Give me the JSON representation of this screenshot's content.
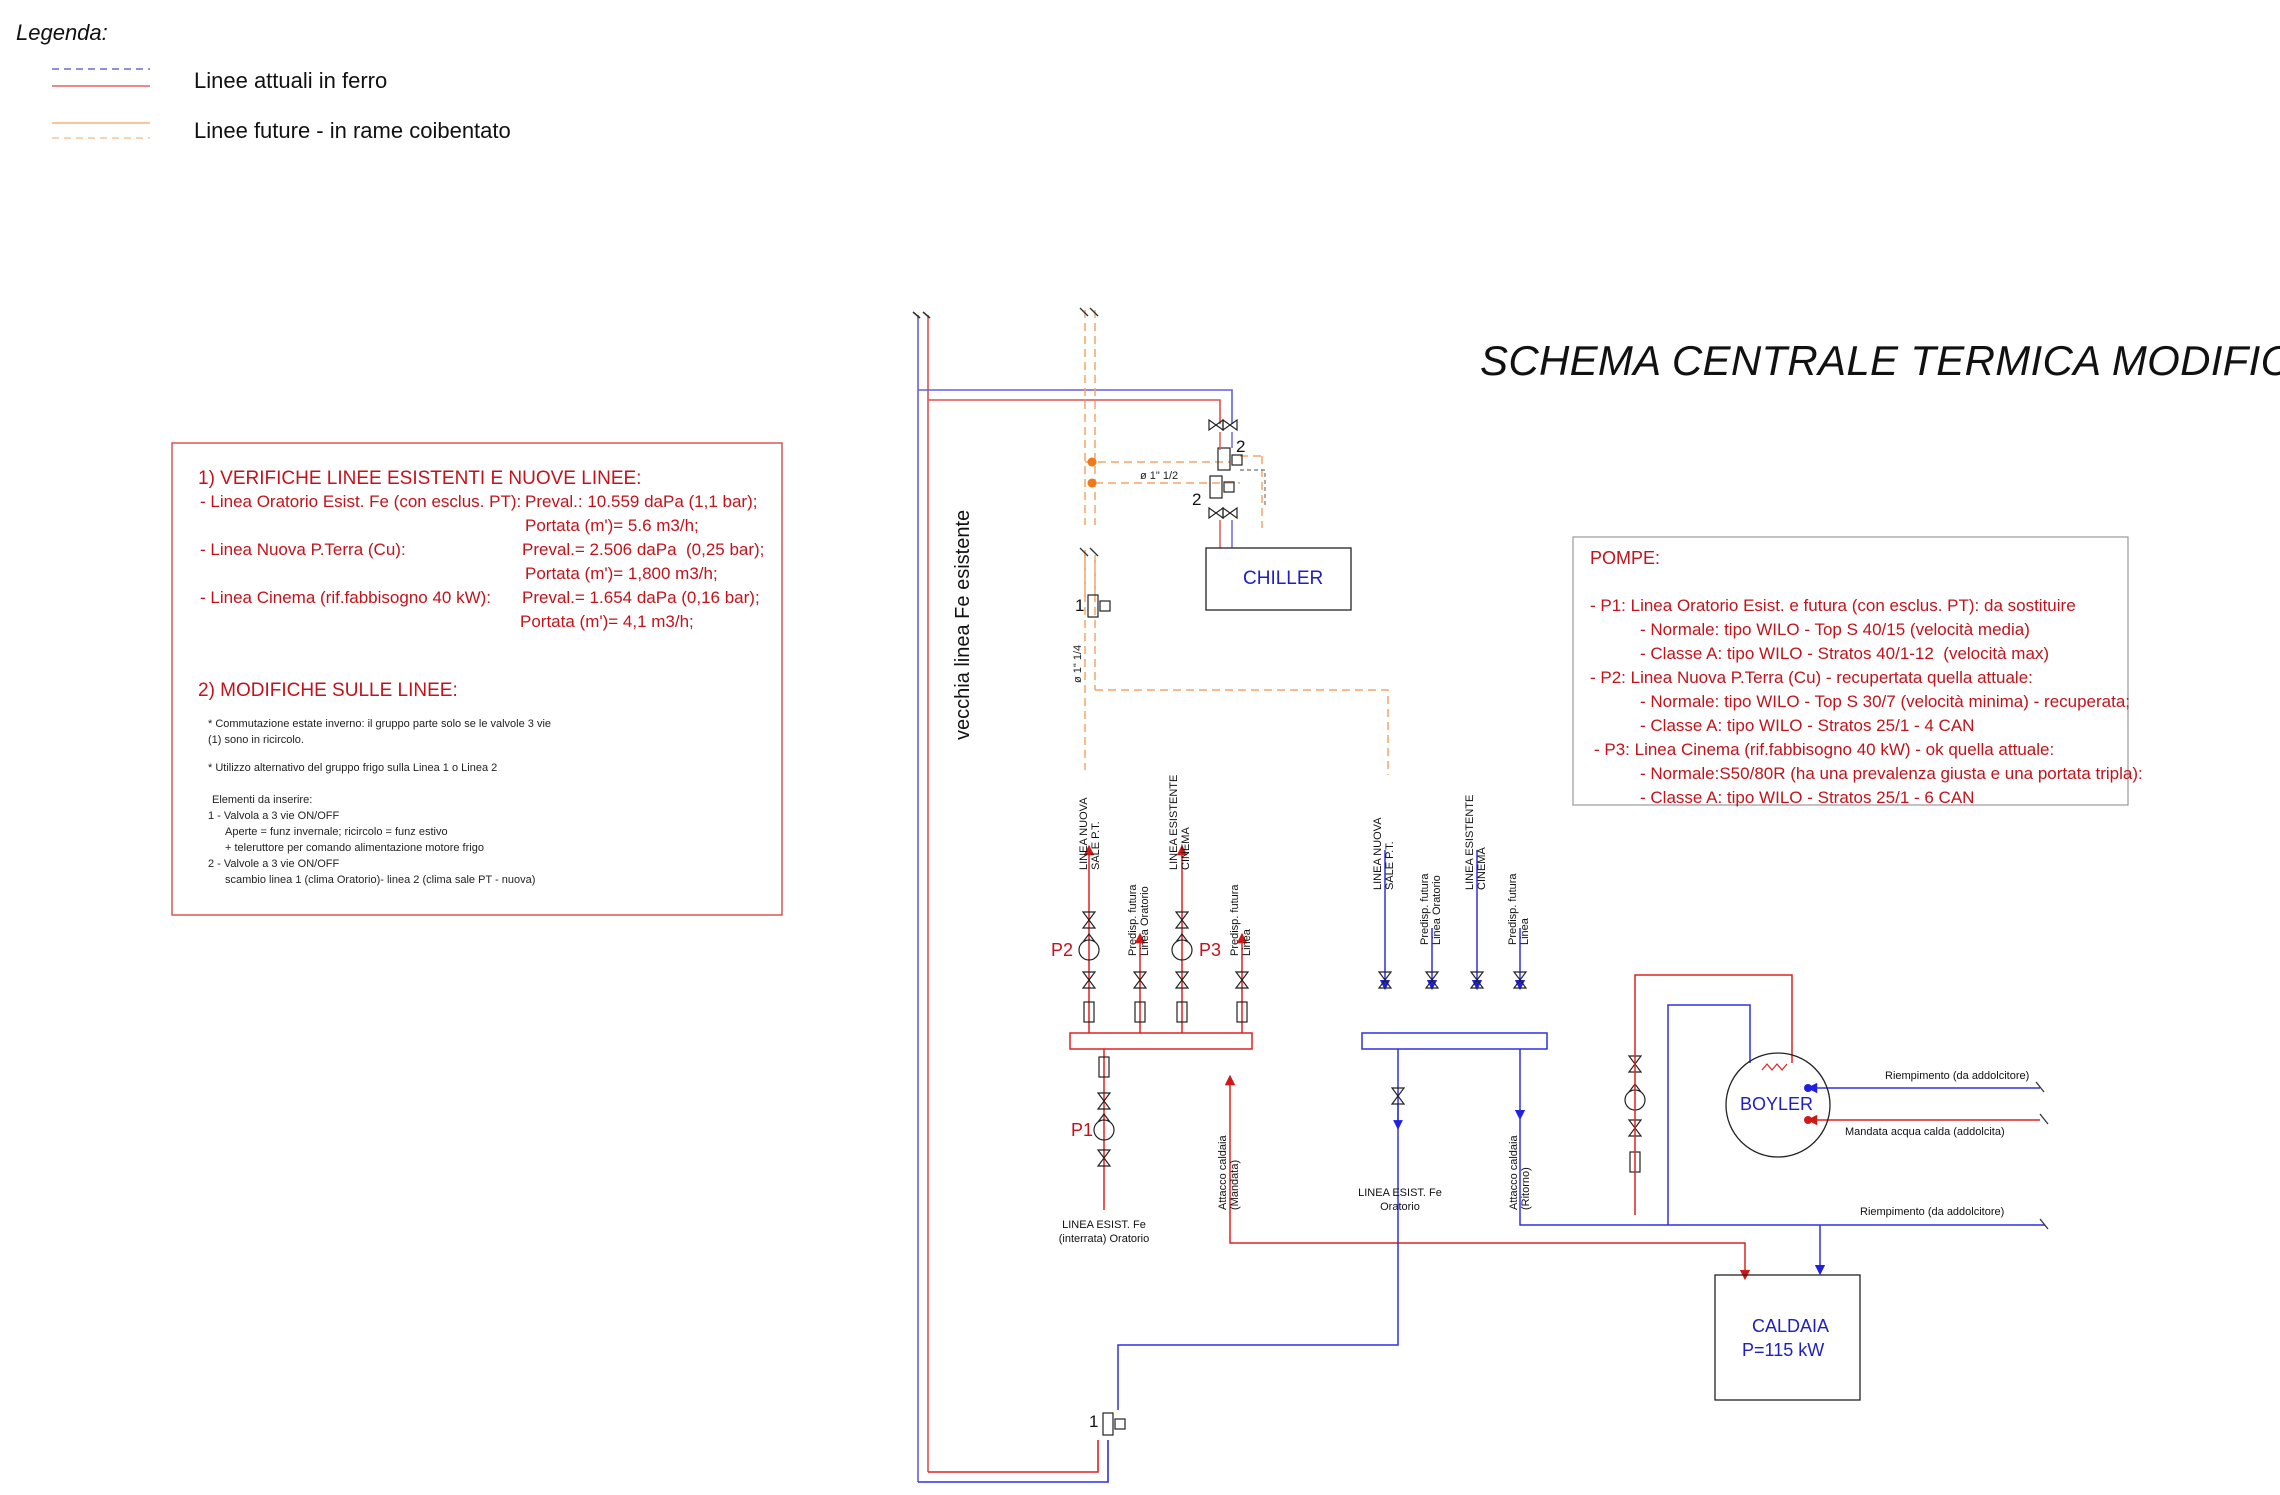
{
  "legend": {
    "title": "Legenda:",
    "items": [
      {
        "label": "Linee attuali in ferro",
        "colors": [
          "#6a6adc",
          "#e06565"
        ]
      },
      {
        "label": "Linee future - in rame coibentato",
        "colors": [
          "#f5b47a",
          "#f5c49a"
        ]
      }
    ]
  },
  "title": "SCHEMA CENTRALE TERMICA MODIFICATA",
  "notes": {
    "s1_heading": "1) VERIFICHE LINEE ESISTENTI E NUOVE LINEE:",
    "l1a": "- Linea Oratorio Esist. Fe (con esclus. PT):",
    "l1b": "Preval.: 10.559 daPa (1,1 bar);",
    "l1c": "Portata (m')= 5.6 m3/h;",
    "l2a": "- Linea Nuova P.Terra (Cu):",
    "l2b": "Preval.= 2.506 daPa  (0,25 bar);",
    "l2c": "Portata (m')= 1,800 m3/h;",
    "l3a": "- Linea Cinema (rif.fabbisogno 40 kW):",
    "l3b": "Preval.= 1.654 daPa (0,16 bar);",
    "l3c": "Portata (m')= 4,1 m3/h;",
    "s2_heading": "2) MODIFICHE SULLE LINEE:",
    "n1": "* Commutazione estate inverno: il gruppo parte solo se le valvole 3 vie",
    "n2": "(1) sono in ricircolo.",
    "n3": "* Utilizzo alternativo del gruppo frigo sulla Linea 1 o Linea 2",
    "n4": "Elementi da inserire:",
    "n5": "1 - Valvola a 3 vie ON/OFF",
    "n6": "Aperte = funz invernale; ricircolo = funz estivo",
    "n7": "+ teleruttore per comando alimentazione motore frigo",
    "n8": "2 - Valvole a 3 vie ON/OFF",
    "n9": "scambio linea 1 (clima Oratorio)- linea 2 (clima sale PT - nuova)"
  },
  "pumps": {
    "heading": "POMPE:",
    "p1": "- P1: Linea Oratorio Esist. e futura (con esclus. PT): da sostituire",
    "p1a": "- Normale: tipo WILO - Top S 40/15 (velocità media)",
    "p1b": "- Classe A: tipo WILO - Stratos 40/1-12  (velocità max)",
    "p2": "- P2: Linea Nuova P.Terra (Cu) - recupertata quella attuale:",
    "p2a": "- Normale: tipo WILO - Top S 30/7 (velocità minima) - recuperata;",
    "p2b": "- Classe A: tipo WILO - Stratos 25/1 - 4 CAN",
    "p3": "- P3: Linea Cinema (rif.fabbisogno 40 kW) - ok quella attuale:",
    "p3a": "- Normale:S50/80R (ha una prevalenza giusta e una portata tripla):",
    "p3b": "- Classe A: tipo WILO - Stratos 25/1 - 6 CAN"
  },
  "equipment": {
    "chiller": "CHILLER",
    "boyler": "BOYLER",
    "caldaia": "CALDAIA",
    "caldaia_power": "P=115 kW"
  },
  "labels": {
    "vecchia_linea": "vecchia linea Fe esistente",
    "dia_1_1_2": "ø 1\" 1/2",
    "dia_1_1_4": "ø 1\" 1/4",
    "valve_1": "1",
    "valve_2": "2",
    "p1": "P1",
    "p2": "P2",
    "p3": "P3",
    "linea_nuova_sale_pt": "LINEA NUOVA SALE P.T.",
    "linea_esistente_cinema": "LINEA ESISTENTE CINEMA",
    "predisp_oratorio": "Predisp. futura Linea Oratorio",
    "predisp_linea": "Predisp. futura Linea",
    "linea_esist_oratorio_interrata": "LINEA ESIST. Fe (interrata) Oratorio",
    "linea_esist_oratorio": "LINEA ESIST. Fe Oratorio",
    "attacco_mandata": "Attacco caldaia (Mandata)",
    "attacco_ritorno": "Attacco caldaia (Ritorno)",
    "riempimento_top": "Riempimento (da addolcitore)",
    "mandata_acqua_calda": "Mandata acqua calda (addolcita)",
    "riempimento_bottom": "Riempimento (da addolcitore)"
  },
  "colors": {
    "blue": "#3030e0",
    "red": "#e02020",
    "text_red": "#c4121a",
    "orange_dash": "#f3a56a",
    "orange_dot": "#f07a1a"
  }
}
